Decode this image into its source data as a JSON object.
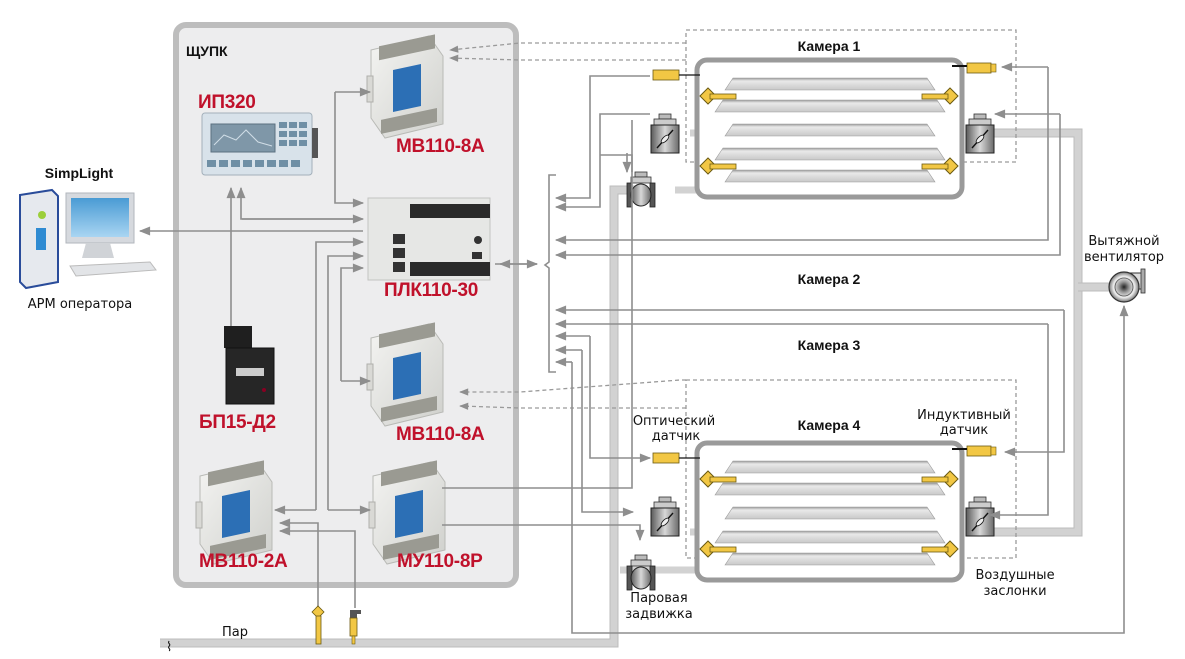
{
  "cabinet": {
    "title": "ЩУПК"
  },
  "operator": {
    "software": "SimpLight",
    "label": "АРМ оператора"
  },
  "devices": {
    "panel": "ИП320",
    "io_top": "МВ110-8А",
    "plc": "ПЛК110-30",
    "io_mid": "МВ110-8А",
    "psu": "БП15-Д2",
    "io_2a": "МВ110-2А",
    "io_8r": "МУ110-8Р"
  },
  "chambers": [
    {
      "label": "Камера 1"
    },
    {
      "label": "Камера 2"
    },
    {
      "label": "Камера 3"
    },
    {
      "label": "Камера 4"
    }
  ],
  "annotations": {
    "optical_sensor": [
      "Оптический",
      "датчик"
    ],
    "inductive_sensor": [
      "Индуктивный",
      "датчик"
    ],
    "steam_valve": [
      "Паровая",
      "задвижка"
    ],
    "air_dampers": [
      "Воздушные",
      "заслонки"
    ],
    "exhaust_fan": [
      "Вытяжной",
      "вентилятор"
    ],
    "steam": "Пар"
  },
  "colors": {
    "device_label": "#c0112b",
    "sensor": "#f2c744",
    "line": "#8e8e8e",
    "cabinet_bg": "#ededee",
    "cabinet_border": "#bdbdbd"
  }
}
